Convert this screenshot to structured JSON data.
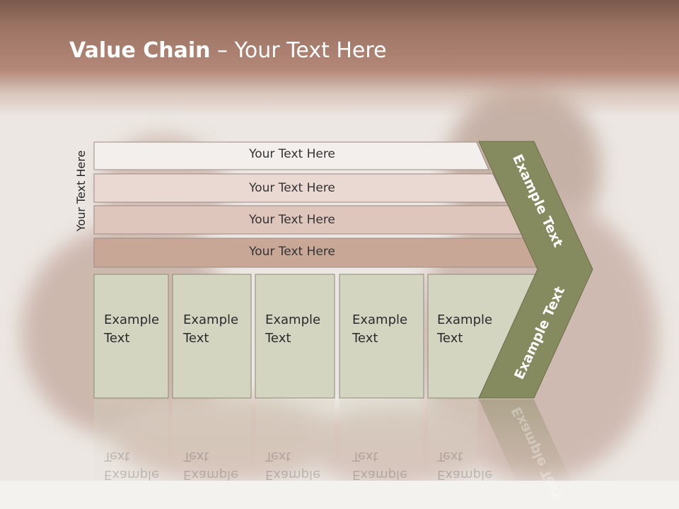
{
  "slide": {
    "title_bold": "Value Chain",
    "title_rest": " – Your Text Here",
    "vertical_label": "Your Text Here"
  },
  "rows": [
    {
      "label": "Your Text Here",
      "color": "#f3efec"
    },
    {
      "label": "Your Text Here",
      "color": "#ead9d2"
    },
    {
      "label": "Your Text Here",
      "color": "#dfc6bd"
    },
    {
      "label": "Your Text Here",
      "color": "#c9a797"
    }
  ],
  "cells": [
    {
      "line1": "Example",
      "line2": "Text"
    },
    {
      "line1": "Example",
      "line2": "Text"
    },
    {
      "line1": "Example",
      "line2": "Text"
    },
    {
      "line1": "Example",
      "line2": "Text"
    },
    {
      "line1": "Example",
      "line2": "Text"
    }
  ],
  "arrow": {
    "upper_label": "Example Text",
    "lower_label": "Example Text",
    "color": "#858a5f"
  },
  "colors": {
    "cell_fill": "#d4d5c1",
    "cell_stroke": "#8c8a78"
  }
}
